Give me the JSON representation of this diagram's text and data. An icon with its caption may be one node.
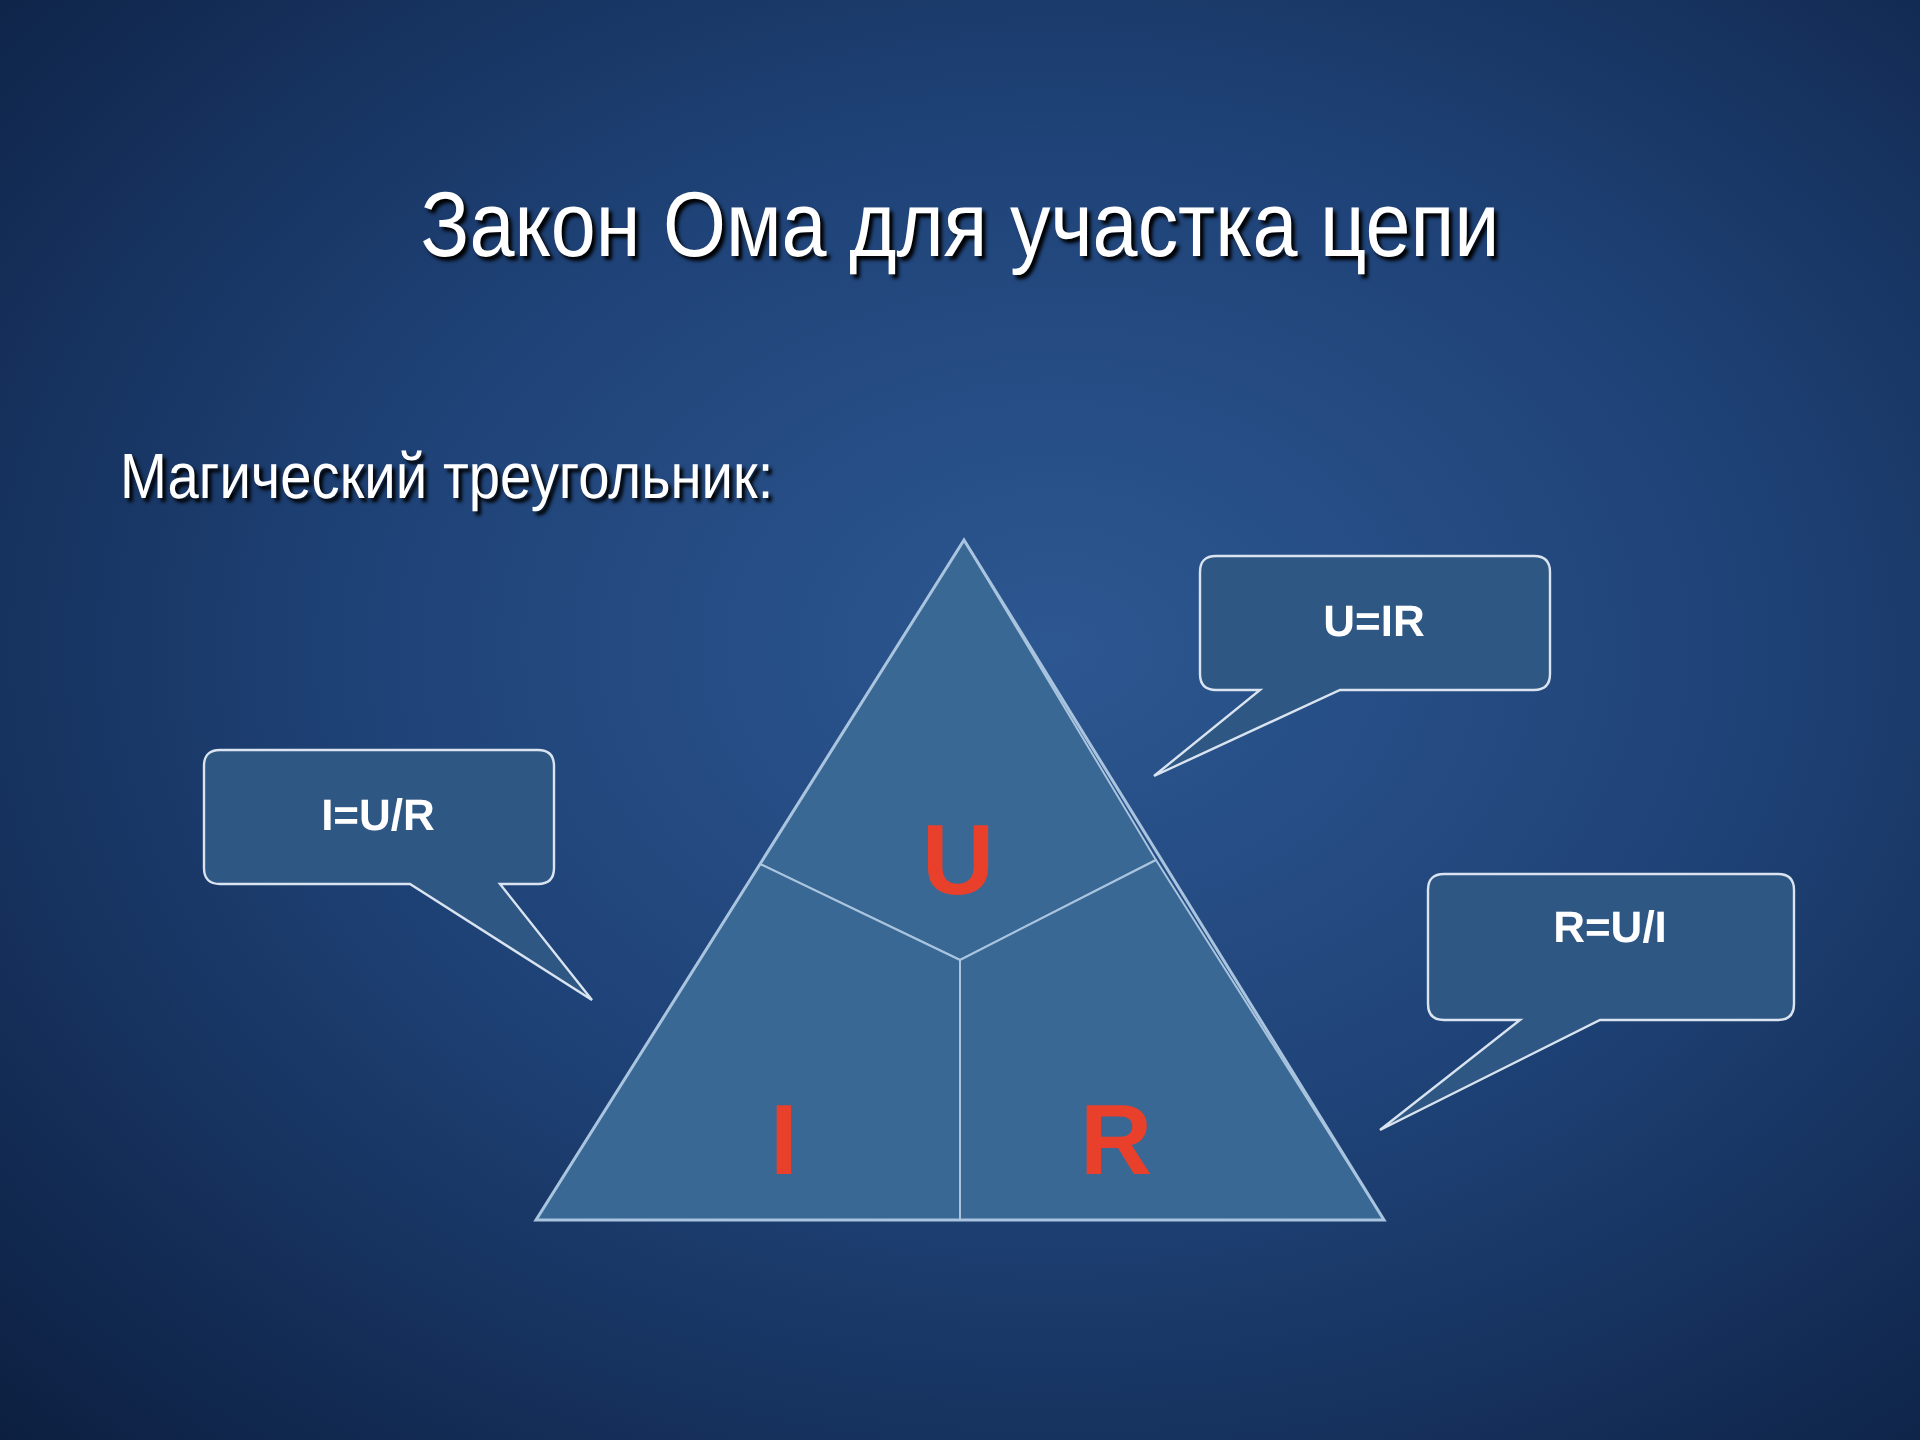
{
  "diagram": {
    "title": "Закон Ома для участка цепи",
    "nodes": [
      {
        "text": [],
        "shape": "triangle"
      },
      {
        "text": [
          "U"
        ],
        "in": 0
      },
      {
        "text": [
          "I"
        ],
        "in": 0
      },
      {
        "text": [
          "R"
        ],
        "in": 0
      },
      {
        "text": [
          "U=IR"
        ]
      },
      {
        "text": [
          "I=U/R"
        ]
      },
      {
        "text": [
          "R=U/I"
        ]
      }
    ],
    "labels": [
      "Магический треугольник:"
    ]
  }
}
